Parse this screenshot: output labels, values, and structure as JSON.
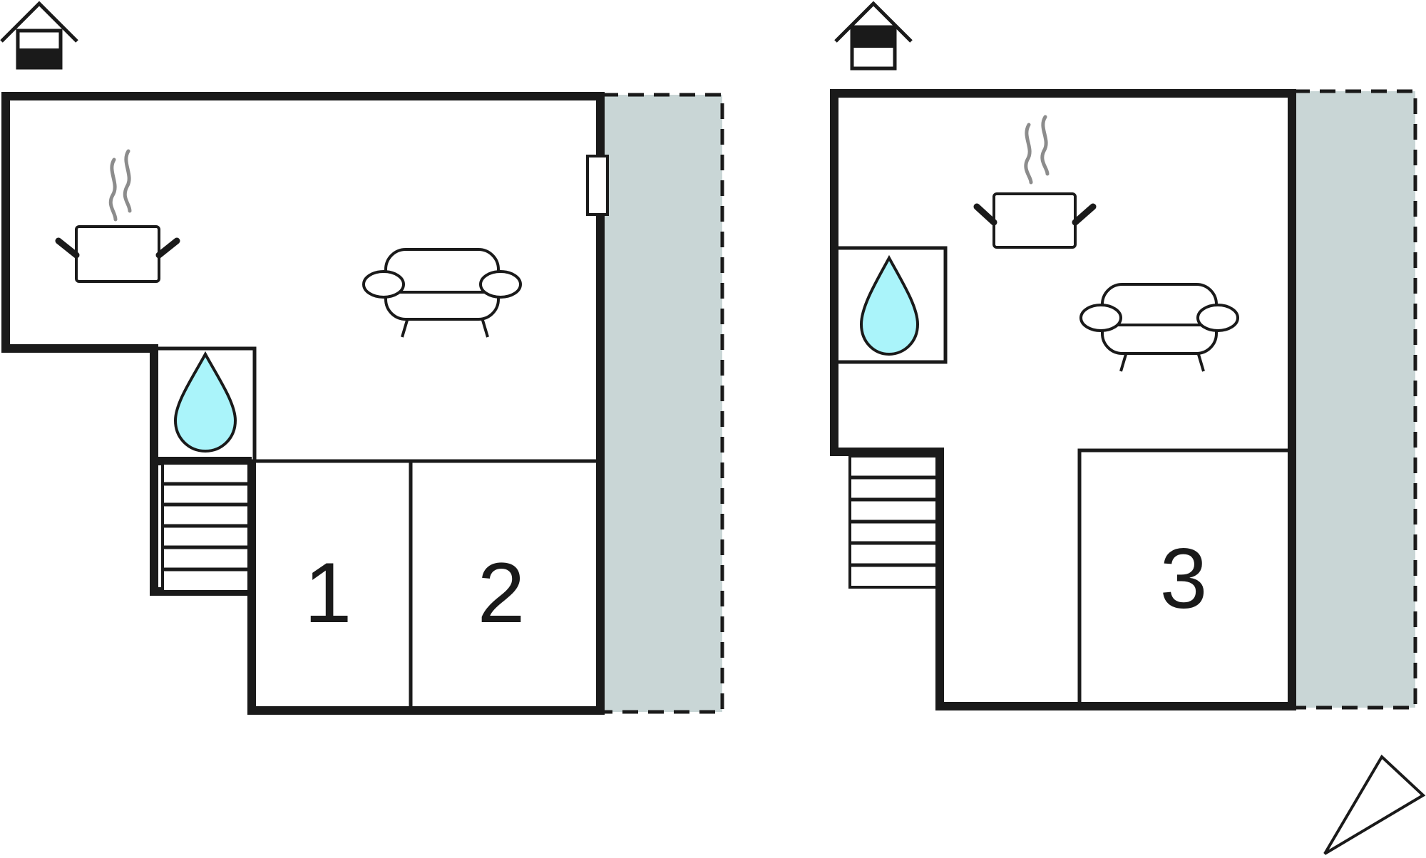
{
  "floor_plans": [
    {
      "id": "ground",
      "level_icon": "house-ground-floor-icon",
      "rooms": [
        {
          "label": "1",
          "type": "bedroom"
        },
        {
          "label": "2",
          "type": "bedroom"
        }
      ],
      "icons": [
        "kitchen-pot-icon",
        "sofa-icon",
        "water-drop-icon",
        "stairs-icon"
      ]
    },
    {
      "id": "upper",
      "level_icon": "house-upper-floor-icon",
      "rooms": [
        {
          "label": "3",
          "type": "bedroom"
        }
      ],
      "icons": [
        "kitchen-pot-icon",
        "sofa-icon",
        "water-drop-icon",
        "stairs-icon"
      ]
    }
  ],
  "compass_icon": "north-arrow-icon",
  "colors": {
    "terrace": "#c9d6d6",
    "water": "#aaf4fa",
    "steam": "#8c8c8c",
    "line": "#1a1a1a"
  }
}
